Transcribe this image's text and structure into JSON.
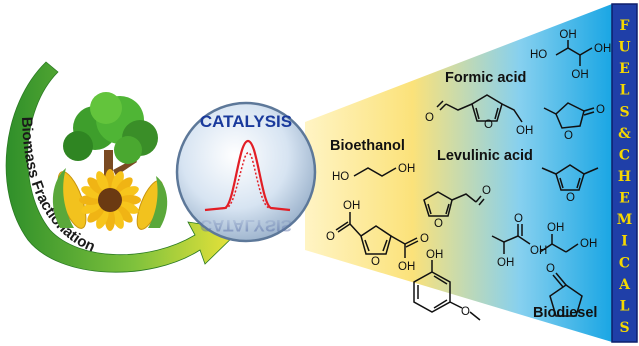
{
  "title": "CATALYSIS",
  "title_reflection": "CATALYSIS",
  "fractionation_label": "Biomass Fractionation",
  "side_banner": [
    "F",
    "U",
    "E",
    "L",
    "S",
    "&",
    "C",
    "H",
    "E",
    "M",
    "I",
    "C",
    "A",
    "L",
    "S"
  ],
  "products": {
    "formic_acid": "Formic acid",
    "bioethanol": "Bioethanol",
    "levulinic_acid": "Levulinic acid",
    "biodiesel": "Biodiesel"
  },
  "atoms": {
    "oxygen": "O",
    "hydroxyl": "OH",
    "hydroxyl_left": "HO"
  },
  "colors": {
    "arrow_green": "#3c9a2e",
    "arrow_yellow": "#e8e23a",
    "banner_blue": "#1f3fa8",
    "banner_text": "#f5d800",
    "catalysis_blue": "#1a3a9c",
    "peak_red": "#e21e26",
    "cone_yellow": "#fbe27a",
    "cone_blue": "#1aa6e4"
  }
}
